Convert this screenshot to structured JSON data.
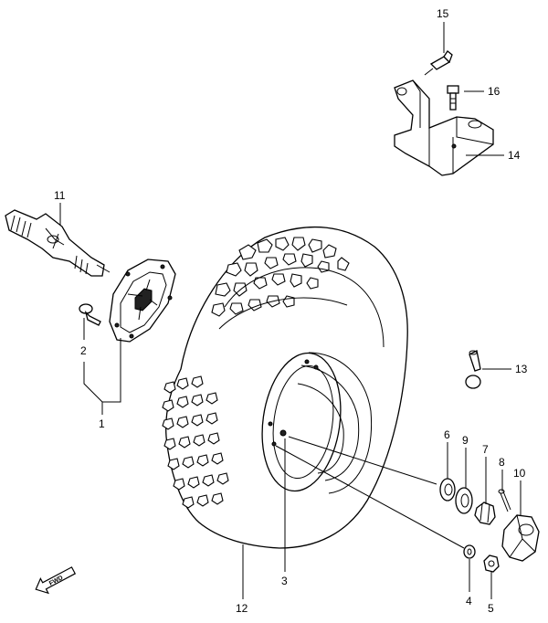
{
  "diagram": {
    "callouts": [
      {
        "id": "c1",
        "label": "1"
      },
      {
        "id": "c2",
        "label": "2"
      },
      {
        "id": "c3",
        "label": "3"
      },
      {
        "id": "c4",
        "label": "4"
      },
      {
        "id": "c5",
        "label": "5"
      },
      {
        "id": "c6",
        "label": "6"
      },
      {
        "id": "c7",
        "label": "7"
      },
      {
        "id": "c8",
        "label": "8"
      },
      {
        "id": "c9",
        "label": "9"
      },
      {
        "id": "c10",
        "label": "10"
      },
      {
        "id": "c11",
        "label": "11"
      },
      {
        "id": "c12",
        "label": "12"
      },
      {
        "id": "c13",
        "label": "13"
      },
      {
        "id": "c14",
        "label": "14"
      },
      {
        "id": "c15",
        "label": "15"
      },
      {
        "id": "c16",
        "label": "16"
      }
    ],
    "fwd_label": "FWD"
  }
}
